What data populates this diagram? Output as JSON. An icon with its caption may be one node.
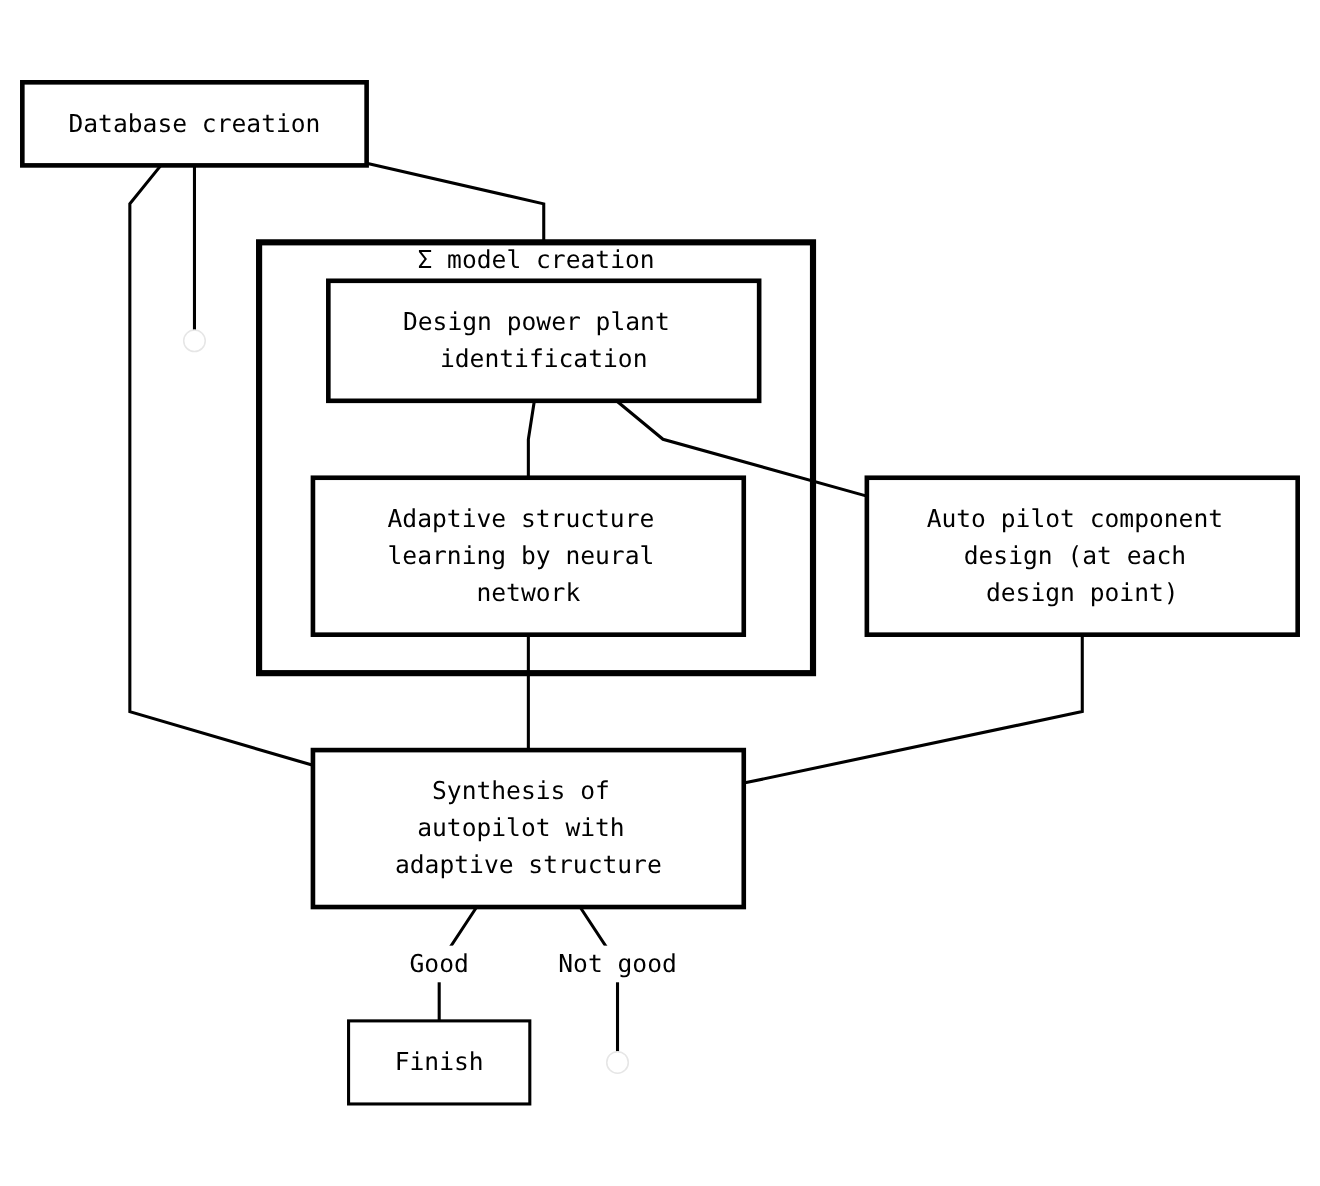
{
  "diagram": {
    "nodes": [
      {
        "text": [
          "Database creation"
        ]
      },
      {
        "text": [
          "Σ model creation"
        ]
      },
      {
        "text": [
          "Design power plant identification"
        ],
        "in": 1
      },
      {
        "text": [
          "Adaptive structure learning by neural network"
        ],
        "in": 1
      },
      {
        "text": [
          "Auto pilot component design (at each design point)"
        ]
      },
      {
        "text": [
          "Synthesis of autopilot with adaptive structure"
        ]
      },
      {
        "text": [
          "Finish"
        ]
      }
    ],
    "edges": [
      {
        "from": 0,
        "to": 1,
        "arrow": "none"
      },
      {
        "from": 0,
        "to": null,
        "arrow": "none"
      },
      {
        "from": 0,
        "to": 5,
        "arrow": "none"
      },
      {
        "from": 2,
        "to": 4,
        "arrow": "none"
      },
      {
        "from": 2,
        "to": 3,
        "arrow": "none"
      },
      {
        "from": 3,
        "to": 5,
        "arrow": "none"
      },
      {
        "from": 4,
        "to": 5,
        "arrow": "none"
      },
      {
        "from": 5,
        "to": 6,
        "label": "Good",
        "arrow": "none"
      },
      {
        "from": 5,
        "to": null,
        "label": "Not good",
        "arrow": "none"
      }
    ]
  }
}
